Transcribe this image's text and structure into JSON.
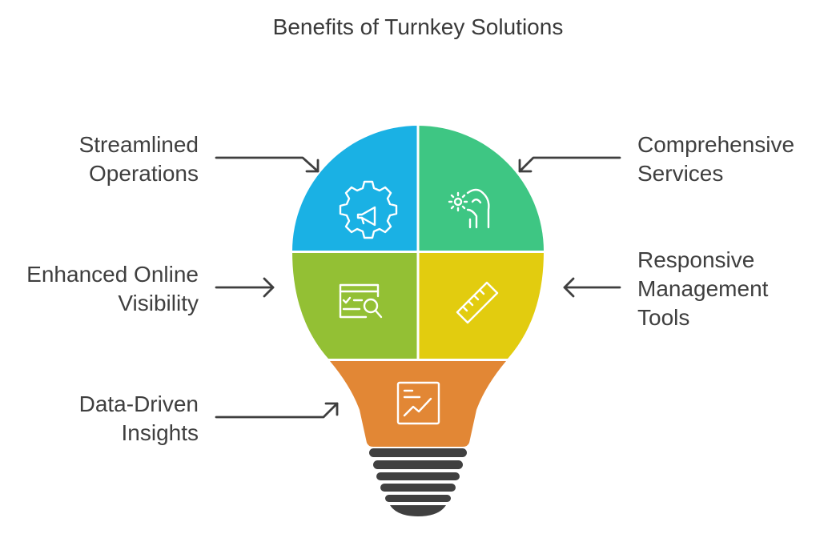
{
  "title": "Benefits of Turnkey Solutions",
  "segments": [
    {
      "id": "streamlined",
      "lines": [
        "Streamlined",
        "Operations"
      ],
      "color": "#1ab1e4",
      "icon": "gear-megaphone-icon"
    },
    {
      "id": "comprehensive",
      "lines": [
        "Comprehensive",
        "Services"
      ],
      "color": "#3ec683",
      "icon": "hand-gear-icon"
    },
    {
      "id": "visibility",
      "lines": [
        "Enhanced Online",
        "Visibility"
      ],
      "color": "#93c034",
      "icon": "browser-search-icon"
    },
    {
      "id": "responsive",
      "lines": [
        "Responsive",
        "Management",
        "Tools"
      ],
      "color": "#e2cc0f",
      "icon": "ruler-icon"
    },
    {
      "id": "insights",
      "lines": [
        "Data-Driven",
        "Insights"
      ],
      "color": "#e28735",
      "icon": "chart-report-icon"
    }
  ],
  "screw_color": "#404040",
  "arrow_color": "#3f3f3f"
}
